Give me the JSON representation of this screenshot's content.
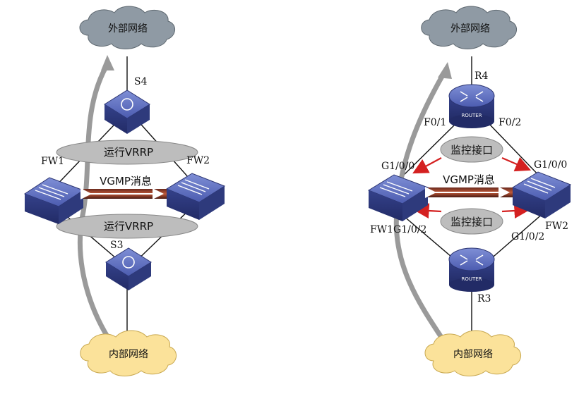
{
  "left": {
    "cloud_top": "外部网络",
    "cloud_bottom": "内部网络",
    "switch_top": "S4",
    "switch_bottom": "S3",
    "fw1": "FW1",
    "fw2": "FW2",
    "vrrp_top": "运行VRRP",
    "vrrp_bottom": "运行VRRP",
    "vgmp": "VGMP消息"
  },
  "right": {
    "cloud_top": "外部网络",
    "cloud_bottom": "内部网络",
    "router_top": "R4",
    "router_bottom": "R3",
    "router_caption": "ROUTER",
    "port_f01": "F0/1",
    "port_f02": "F0/2",
    "fw1_port_top": "G1/0/0",
    "fw2_port_top": "G1/0/0",
    "fw1_label": "FW1G1/0/2",
    "fw2_label": "FW2",
    "fw2_port_bottom": "G1/0/2",
    "monitor_top": "监控接口",
    "monitor_bottom": "监控接口",
    "vgmp": "VGMP消息"
  },
  "colors": {
    "device_blue": "#3d4c9a",
    "cloud_gray": "#8f9aa4",
    "cloud_yellow": "#fbe29a",
    "ellipse_gray": "#bdbdbd",
    "path_gray": "#9a9a9a",
    "arrow_red": "#d42020"
  }
}
